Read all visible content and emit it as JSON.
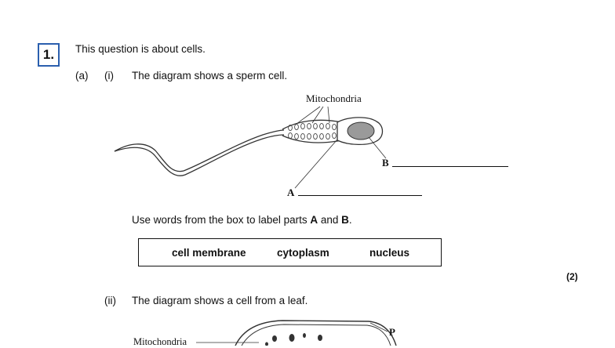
{
  "question": {
    "number": "1.",
    "intro": "This question is about cells."
  },
  "part_a": {
    "label": "(a)",
    "sub_i_label": "(i)",
    "sub_i_text": "The diagram shows a sperm cell.",
    "sperm_diagram": {
      "label_mitochondria": "Mitochondria",
      "label_a": "A",
      "label_b": "B"
    },
    "instruction_prefix": "Use words from the box to label parts ",
    "instruction_a": "A",
    "instruction_and": " and ",
    "instruction_b": "B",
    "instruction_end": ".",
    "word_box": [
      "cell membrane",
      "cytoplasm",
      "nucleus"
    ],
    "marks": "(2)",
    "sub_ii_label": "(ii)",
    "sub_ii_text": "The diagram shows a cell from a leaf.",
    "leaf_diagram": {
      "label_mitochondria": "Mitochondria",
      "label_p": "P"
    }
  }
}
